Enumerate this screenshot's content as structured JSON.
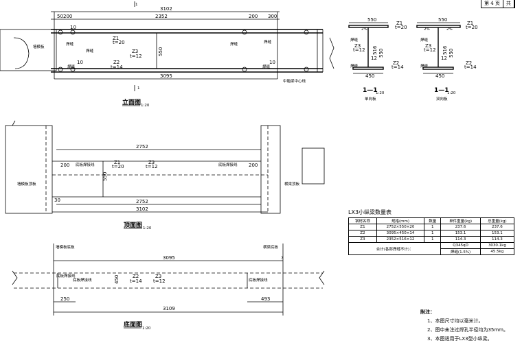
{
  "page": {
    "page_no": "第 4 页",
    "page_total": "共"
  },
  "elevation": {
    "title": "立面图",
    "scale": "1:20",
    "section_mark": "1",
    "dims_top": [
      "3102",
      "2352",
      "50",
      "200",
      "200",
      "300"
    ],
    "dim_height": "550",
    "dim_bottom": "3095",
    "labels": {
      "z1": "Z1",
      "z1t": "t=20",
      "z2": "Z2",
      "z2t": "t=14",
      "z3": "Z3",
      "z3t": "t=12",
      "weld": "焊缝",
      "weld_size": "10",
      "beam": "墙模板",
      "center": "中箱梁中心线"
    }
  },
  "sections": [
    {
      "title": "1—1",
      "scale": "1:20",
      "sub": "单向板",
      "top": "550",
      "top_inner": "2%",
      "right1": "Z1",
      "right1t": "t=20",
      "left": "Z3",
      "leftt": "t=12",
      "h1": "516",
      "h2": "550",
      "right2": "Z2",
      "right2t": "t=14",
      "bottom": "450",
      "weld": "焊缝",
      "size": "12"
    },
    {
      "title": "1—1",
      "scale": "1:20",
      "sub": "双向板",
      "top": "550",
      "top_inner": "2%",
      "right1": "Z1",
      "right1t": "t=20",
      "left": "Z3",
      "leftt": "t=12",
      "h1": "516",
      "h2": "550",
      "right2": "Z2",
      "right2t": "t=14",
      "bottom": "450",
      "weld": "焊缝",
      "size": "12"
    }
  ],
  "plan_top": {
    "title": "顶面图",
    "scale": "1:20",
    "dim_top": "2752",
    "dim_bottom1": "2752",
    "dim_bottom2": "3102",
    "left_offset": "200",
    "right_offset": "200",
    "height": "550",
    "left_x": "30",
    "z1": "Z1",
    "z1t": "t=20",
    "z3": "Z3",
    "z3t": "t=12",
    "left_label": "墙模板顶板",
    "right_label": "横梁顶板",
    "weld_l": "底板焊接线",
    "weld_r": "底板焊接线"
  },
  "plan_bottom": {
    "title": "底面图",
    "scale": "1:20",
    "dim_top": "3095",
    "dim_bottom": "3109",
    "left": "250",
    "right": "493",
    "height": "450",
    "tick": "7",
    "z2": "Z2",
    "z2t": "t=14",
    "z3": "Z3",
    "z3t": "t=12",
    "left_top": "墙模板底板",
    "right_top": "横梁底板",
    "weld_l": "底板焊接线",
    "weld_r": "底板焊接线"
  },
  "table": {
    "title": "LX3小纵梁数量表",
    "headers": [
      "钢材名称",
      "规格(mm)",
      "数量",
      "单件重量(kg)",
      "总重量(kg)"
    ],
    "rows": [
      [
        "Z1",
        "2752×550×20",
        "1",
        "237.6",
        "237.6"
      ],
      [
        "Z2",
        "3095×450×14",
        "1",
        "153.1",
        "153.1"
      ],
      [
        "Z3",
        "2352×516×12",
        "1",
        "114.3",
        "114.3"
      ]
    ],
    "total_label": "合计(各部焊缝不计)：",
    "material": "Q345qD",
    "material_val": "3030.1kg",
    "weld_label": "焊缝(1.5%)",
    "weld_val": "45.5kg"
  },
  "notes": {
    "head": "附注：",
    "items": [
      "1、本图尺寸均以毫米计。",
      "2、图中未注过焊孔半径均为35mm。",
      "3、本图适用于LX3型小纵梁。"
    ]
  }
}
